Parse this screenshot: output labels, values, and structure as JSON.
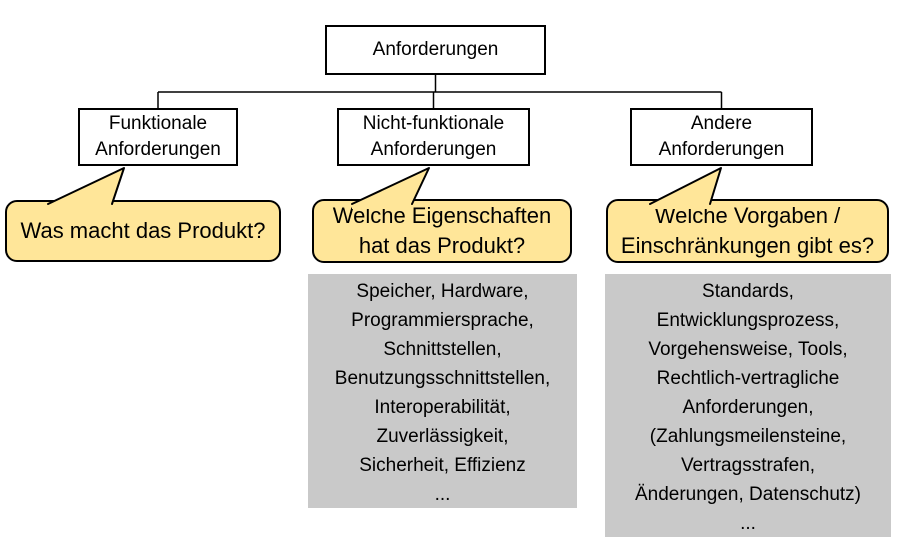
{
  "diagram": {
    "root_label": "Anforderungen",
    "columns": [
      {
        "box_label": "Funktionale Anforderungen",
        "question": "Was macht das Produkt?",
        "details": []
      },
      {
        "box_label": "Nicht-funktionale Anforderungen",
        "question": "Welche Eigenschaften hat das Produkt?",
        "details": [
          "Speicher, Hardware,",
          "Programmiersprache,",
          "Schnittstellen,",
          "Benutzungsschnittstellen,",
          "Interoperabilität,",
          "Zuverlässigkeit,",
          "Sicherheit, Effizienz",
          "..."
        ]
      },
      {
        "box_label": "Andere Anforderungen",
        "question": "Welche Vorgaben / Einschränkungen gibt es?",
        "details": [
          "Standards,",
          "Entwicklungsprozess,",
          "Vorgehensweise, Tools,",
          "Rechtlich-vertragliche",
          "Anforderungen,",
          "(Zahlungsmeilensteine,",
          "Vertragsstrafen,",
          "Änderungen, Datenschutz)",
          "..."
        ]
      }
    ],
    "colors": {
      "bubble_fill": "#FFE699",
      "detail_fill": "#C9C9C9",
      "border_color": "#000000",
      "bg_color": "#FFFFFF"
    }
  }
}
